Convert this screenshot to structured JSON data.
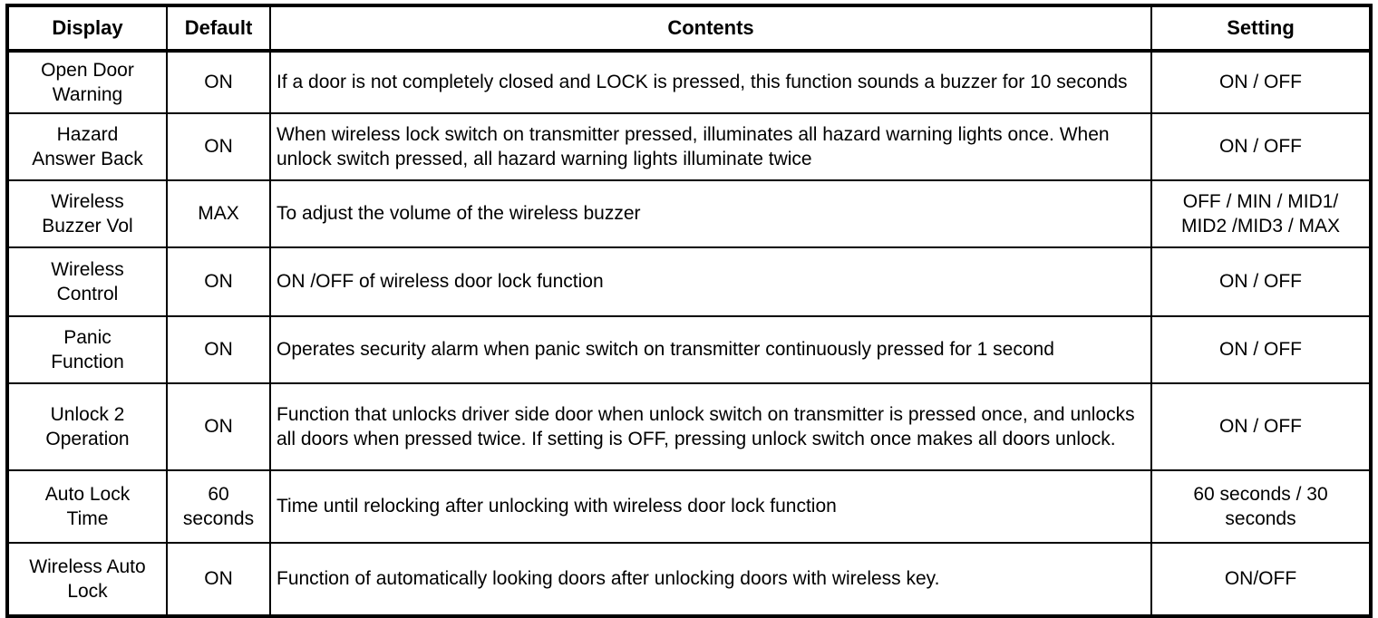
{
  "table": {
    "columns": [
      {
        "key": "display",
        "header": "Display"
      },
      {
        "key": "default",
        "header": "Default"
      },
      {
        "key": "contents",
        "header": "Contents"
      },
      {
        "key": "setting",
        "header": "Setting"
      }
    ],
    "rows": [
      {
        "display_line1": "Open Door",
        "display_line2": "Warning",
        "default": "ON",
        "contents": "If a door is not completely closed and LOCK is pressed, this function sounds a buzzer for 10 seconds",
        "setting_line1": "ON / OFF",
        "setting_line2": ""
      },
      {
        "display_line1": "Hazard",
        "display_line2": "Answer Back",
        "default": "ON",
        "contents": "When wireless lock switch on transmitter pressed, illuminates all hazard warning lights once. When unlock switch pressed, all hazard warning lights illuminate twice",
        "setting_line1": "ON / OFF",
        "setting_line2": ""
      },
      {
        "display_line1": "Wireless",
        "display_line2": "Buzzer Vol",
        "default": "MAX",
        "contents": "To adjust the volume of the wireless buzzer",
        "setting_line1": "OFF / MIN / MID1/",
        "setting_line2": "MID2 /MID3 / MAX"
      },
      {
        "display_line1": "Wireless",
        "display_line2": "Control",
        "default": "ON",
        "contents": "ON /OFF of wireless door lock function",
        "setting_line1": "ON / OFF",
        "setting_line2": ""
      },
      {
        "display_line1": "Panic",
        "display_line2": "Function",
        "default": "ON",
        "contents": "Operates security alarm when panic switch on transmitter continuously pressed for 1 second",
        "setting_line1": "ON / OFF",
        "setting_line2": ""
      },
      {
        "display_line1": "Unlock 2",
        "display_line2": "Operation",
        "default": "ON",
        "contents": "Function that unlocks driver side door when unlock switch on transmitter is pressed once, and unlocks all doors when pressed twice. If setting is OFF, pressing unlock switch once makes all doors unlock.",
        "setting_line1": "ON / OFF",
        "setting_line2": ""
      },
      {
        "display_line1": "Auto Lock",
        "display_line2": "Time",
        "default_line1": "60",
        "default_line2": "seconds",
        "default": "",
        "contents": "Time until relocking after unlocking with wireless door lock function",
        "setting_line1": "60 seconds / 30",
        "setting_line2": "seconds"
      },
      {
        "display_line1": "Wireless Auto",
        "display_line2": "Lock",
        "default": "ON",
        "contents": "Function of automatically looking doors after unlocking doors with wireless key.",
        "setting_line1": "ON/OFF",
        "setting_line2": ""
      }
    ]
  },
  "colors": {
    "border": "#000000",
    "text": "#000000",
    "background": "#ffffff"
  }
}
